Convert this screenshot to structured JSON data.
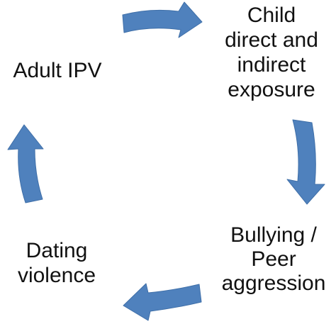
{
  "diagram": {
    "nodes": [
      {
        "id": "child",
        "lines": [
          "Child",
          "direct and",
          "indirect",
          "exposure"
        ]
      },
      {
        "id": "bully",
        "lines": [
          "Bullying /",
          "Peer",
          "aggression"
        ]
      },
      {
        "id": "dating",
        "lines": [
          "Dating",
          "violence"
        ]
      },
      {
        "id": "adult",
        "lines": [
          "Adult IPV"
        ]
      }
    ],
    "edges": [
      {
        "from": "adult",
        "to": "child"
      },
      {
        "from": "child",
        "to": "bully"
      },
      {
        "from": "bully",
        "to": "dating"
      },
      {
        "from": "dating",
        "to": "adult"
      }
    ],
    "arrow_color": "#4f81bd",
    "arrow_edge_color": "#3f6fa8"
  }
}
